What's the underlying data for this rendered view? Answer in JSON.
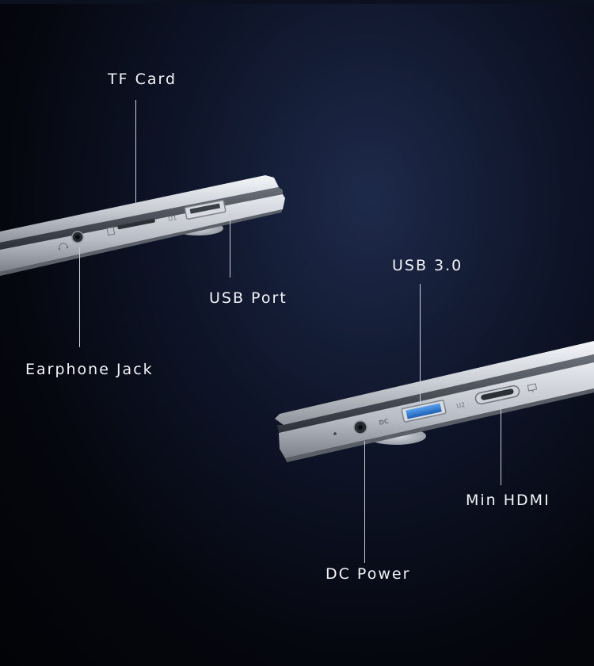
{
  "callouts": {
    "tf_card": "TF Card",
    "usb_port": "USB Port",
    "earphone_jack": "Earphone Jack",
    "usb3": "USB 3.0",
    "min_hdmi": "Min HDMI",
    "dc_power": "DC Power"
  },
  "port_markings": {
    "u1": "U1",
    "u2": "U2",
    "dc": "DC"
  },
  "colors": {
    "background": "#05070e",
    "glow": "#1e2a4a",
    "label_text": "#f2f4f8",
    "callout_line": "#c9ccd4",
    "chassis": "#c4c8cf",
    "usb3_blue": "#2e79d6"
  },
  "icons": [
    "headphone-icon",
    "sd-card-icon",
    "monitor-icon"
  ]
}
